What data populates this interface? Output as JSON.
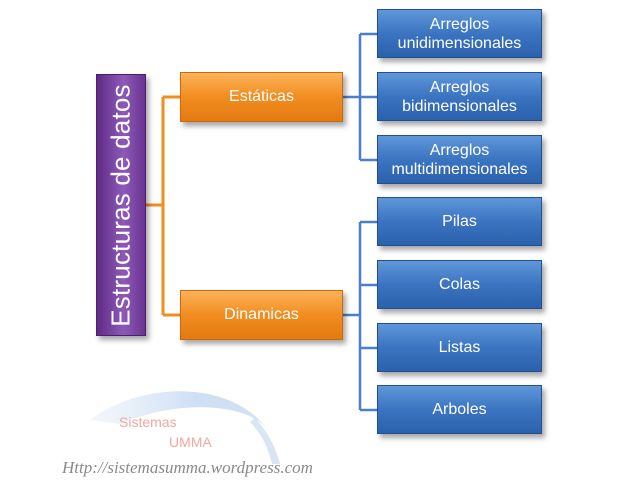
{
  "diagram": {
    "root": {
      "label": "Estructuras de datos",
      "color": "#7b48a6"
    },
    "categories": [
      {
        "label": "Estáticas",
        "color": "#f28d20",
        "children": [
          {
            "line1": "Arreglos",
            "line2": "unidimensionales"
          },
          {
            "line1": "Arreglos",
            "line2": "bidimensionales"
          },
          {
            "line1": "Arreglos",
            "line2": "multidimensionales"
          }
        ]
      },
      {
        "label": "Dinamicas",
        "color": "#f28d20",
        "children": [
          {
            "line1": "Pilas"
          },
          {
            "line1": "Colas"
          },
          {
            "line1": "Listas"
          },
          {
            "line1": "Arboles"
          }
        ]
      }
    ],
    "leaf_color": "#3b74c1",
    "connector_color_root": "#f28d20",
    "connector_color_leaf": "#4a7fcb"
  },
  "watermark": {
    "line1": "Sistemas",
    "line2": "UMMA",
    "url": "Http://sistemasumma.wordpress.com"
  }
}
